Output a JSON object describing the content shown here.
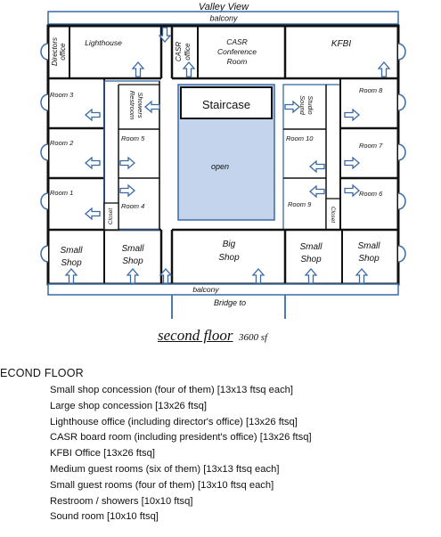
{
  "plan": {
    "top_label": "Valley View",
    "balcony_top": "balcony",
    "balcony_bottom": "balcony",
    "bridge_label": "Bridge to",
    "rooms": {
      "directors_office": [
        "Directors",
        "office"
      ],
      "lighthouse": "Lighthouse",
      "casr_office": [
        "CASR",
        "office"
      ],
      "casr_conference": [
        "CASR",
        "Conference",
        "Room"
      ],
      "kfbi": "KFBI",
      "staircase": "Staircase",
      "open": "open",
      "restroom": [
        "Restroom",
        "Showers"
      ],
      "sound_studio": [
        "Sound",
        "Studio"
      ],
      "room3": "Room 3",
      "room2": "Room 2",
      "room1": "Room 1",
      "room5": "Room 5",
      "room4": "Room 4",
      "room10": "Room 10",
      "room9": "Room 9",
      "room8": "Room 8",
      "room7": "Room 7",
      "room6": "Room 6",
      "closet": "Closet",
      "small_shop": [
        "Small",
        "Shop"
      ],
      "big_shop": [
        "Big",
        "Shop"
      ]
    }
  },
  "caption": {
    "title": "second  floor",
    "area": "3600 sf"
  },
  "notes": {
    "heading": "ECOND FLOOR",
    "items": [
      "Small shop concession  (four of them) [13x13 ftsq each]",
      "Large shop concession [13x26 ftsq]",
      "Lighthouse office (including director's office)  [13x26 ftsq]",
      "CASR board room (including president's office) [13x26 ftsq]",
      "KFBI Office  [13x26 ftsq]",
      "Medium guest rooms (six of them)  [13x13 ftsq each]",
      "Small guest rooms (four of them) [13x10 ftsq each]",
      "Restroom / showers [10x10 ftsq]",
      "Sound room [10x10 ftsq]"
    ]
  }
}
